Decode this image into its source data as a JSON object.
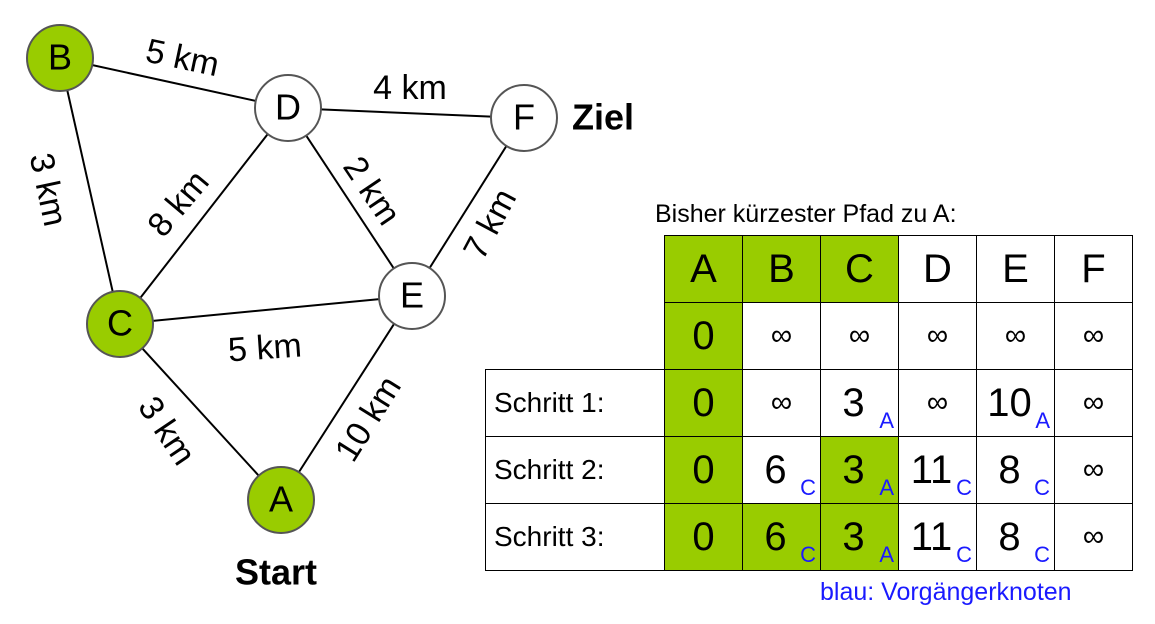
{
  "graph": {
    "nodes": [
      {
        "id": "B",
        "label": "B",
        "visited": true
      },
      {
        "id": "D",
        "label": "D",
        "visited": false
      },
      {
        "id": "F",
        "label": "F",
        "visited": false
      },
      {
        "id": "E",
        "label": "E",
        "visited": false
      },
      {
        "id": "C",
        "label": "C",
        "visited": true
      },
      {
        "id": "A",
        "label": "A",
        "visited": true
      }
    ],
    "edges": [
      {
        "from": "B",
        "to": "D",
        "label": "5 km"
      },
      {
        "from": "D",
        "to": "F",
        "label": "4 km"
      },
      {
        "from": "B",
        "to": "C",
        "label": "3 km"
      },
      {
        "from": "C",
        "to": "D",
        "label": "8 km"
      },
      {
        "from": "D",
        "to": "E",
        "label": "2 km"
      },
      {
        "from": "F",
        "to": "E",
        "label": "7 km"
      },
      {
        "from": "C",
        "to": "E",
        "label": "5 km"
      },
      {
        "from": "C",
        "to": "A",
        "label": "3 km"
      },
      {
        "from": "A",
        "to": "E",
        "label": "10 km"
      }
    ],
    "goal_label": "Ziel",
    "start_label": "Start"
  },
  "table": {
    "title": "Bisher kürzester Pfad zu A:",
    "headers": [
      {
        "text": "A",
        "highlight": true
      },
      {
        "text": "B",
        "highlight": true
      },
      {
        "text": "C",
        "highlight": true
      },
      {
        "text": "D",
        "highlight": false
      },
      {
        "text": "E",
        "highlight": false
      },
      {
        "text": "F",
        "highlight": false
      }
    ],
    "rows": [
      {
        "label": "",
        "cells": [
          {
            "v": "0",
            "p": "",
            "hl": true
          },
          {
            "v": "∞",
            "p": "",
            "hl": false
          },
          {
            "v": "∞",
            "p": "",
            "hl": false
          },
          {
            "v": "∞",
            "p": "",
            "hl": false
          },
          {
            "v": "∞",
            "p": "",
            "hl": false
          },
          {
            "v": "∞",
            "p": "",
            "hl": false
          }
        ]
      },
      {
        "label": "Schritt 1:",
        "cells": [
          {
            "v": "0",
            "p": "",
            "hl": true
          },
          {
            "v": "∞",
            "p": "",
            "hl": false
          },
          {
            "v": "3",
            "p": "A",
            "hl": false
          },
          {
            "v": "∞",
            "p": "",
            "hl": false
          },
          {
            "v": "10",
            "p": "A",
            "hl": false
          },
          {
            "v": "∞",
            "p": "",
            "hl": false
          }
        ]
      },
      {
        "label": "Schritt 2:",
        "cells": [
          {
            "v": "0",
            "p": "",
            "hl": true
          },
          {
            "v": "6",
            "p": "C",
            "hl": false
          },
          {
            "v": "3",
            "p": "A",
            "hl": true
          },
          {
            "v": "11",
            "p": "C",
            "hl": false
          },
          {
            "v": "8",
            "p": "C",
            "hl": false
          },
          {
            "v": "∞",
            "p": "",
            "hl": false
          }
        ]
      },
      {
        "label": "Schritt 3:",
        "cells": [
          {
            "v": "0",
            "p": "",
            "hl": true
          },
          {
            "v": "6",
            "p": "C",
            "hl": true
          },
          {
            "v": "3",
            "p": "A",
            "hl": true
          },
          {
            "v": "11",
            "p": "C",
            "hl": false
          },
          {
            "v": "8",
            "p": "C",
            "hl": false
          },
          {
            "v": "∞",
            "p": "",
            "hl": false
          }
        ]
      }
    ]
  },
  "legend": "blau: Vorgängerknoten",
  "colors": {
    "visited": "#99cc00",
    "unvisited": "#ffffff",
    "predecessor": "#1a1aff"
  }
}
